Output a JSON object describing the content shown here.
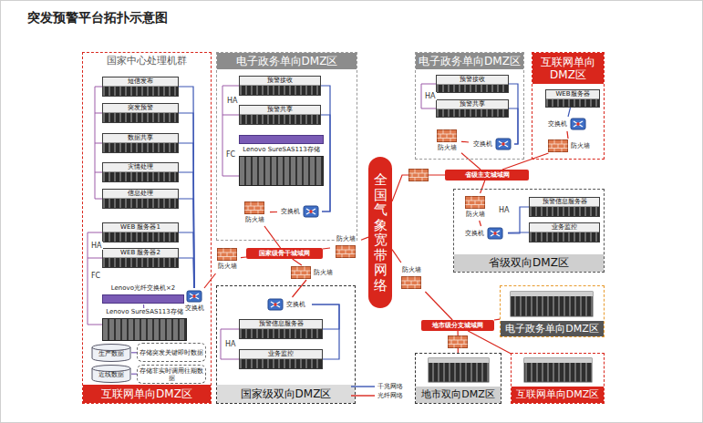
{
  "diagram": {
    "title": "突发预警平台拓扑示意图",
    "nodes": [
      {
        "text": [
          "国家中心处理机群",
          "互联网单向DMZ区"
        ]
      },
      {
        "text": [
          "短信发布"
        ],
        "in": 0
      },
      {
        "text": [
          "突发预警"
        ],
        "in": 0
      },
      {
        "text": [
          "数据共享"
        ],
        "in": 0
      },
      {
        "text": [
          "灾情处理"
        ],
        "in": 0
      },
      {
        "text": [
          "信息处理"
        ],
        "in": 0
      },
      {
        "text": [
          "WEB 服务器1"
        ],
        "in": 0
      },
      {
        "text": [
          "WEB 服务器2"
        ],
        "in": 0
      },
      {
        "text": [
          "Lenovo光纤交换机×2"
        ],
        "in": 0
      },
      {
        "text": [
          "Lenovo SureSAS113存储"
        ],
        "in": 0
      },
      {
        "text": [
          "交换机"
        ],
        "in": 0
      },
      {
        "text": [
          "生产数据"
        ],
        "in": 0
      },
      {
        "text": [
          "近线数据"
        ],
        "in": 0
      },
      {
        "text": [
          "存储突发关键即时数据"
        ],
        "in": 0
      },
      {
        "text": [
          "存储非实时调用往期数据"
        ],
        "in": 0
      },
      {
        "text": [
          "电子政务单向DMZ区"
        ]
      },
      {
        "text": [
          "预警接收"
        ],
        "in": 15
      },
      {
        "text": [
          "预警共享"
        ],
        "in": 15
      },
      {
        "text": [
          "Lenovo SureSAS113存储"
        ],
        "in": 15
      },
      {
        "text": [
          "交换机"
        ],
        "in": 15
      },
      {
        "text": [
          "防火墙"
        ],
        "in": 15
      },
      {
        "text": [
          "国家级骨干城域网"
        ]
      },
      {
        "text": [
          "防火墙"
        ]
      },
      {
        "text": [
          "防火墙"
        ]
      },
      {
        "text": [
          "防火墙"
        ]
      },
      {
        "text": [
          "国家级双向DMZ区"
        ]
      },
      {
        "text": [
          "交换机"
        ],
        "in": 25
      },
      {
        "text": [
          "预警信息服务器"
        ],
        "in": 25
      },
      {
        "text": [
          "业务监控"
        ],
        "in": 25
      },
      {
        "text": [
          "全国气象宽带网络"
        ]
      },
      {
        "text": [
          "防火墙"
        ]
      },
      {
        "text": [
          "电子政务单向DMZ区"
        ]
      },
      {
        "text": [
          "预警接收"
        ],
        "in": 31
      },
      {
        "text": [
          "预警共享"
        ],
        "in": 31
      },
      {
        "text": [
          "交换机"
        ],
        "in": 31
      },
      {
        "text": [
          "防火墙"
        ],
        "in": 31
      },
      {
        "text": [
          "互联网单向DMZ区"
        ]
      },
      {
        "text": [
          "WEB服务器"
        ],
        "in": 36
      },
      {
        "text": [
          "交换机"
        ],
        "in": 36
      },
      {
        "text": [
          "防火墙"
        ],
        "in": 36
      },
      {
        "text": [
          "省级主支城域网"
        ]
      },
      {
        "text": [
          "省级双向DMZ区"
        ]
      },
      {
        "text": [
          "防火墙"
        ],
        "in": 41
      },
      {
        "text": [
          "交换机"
        ],
        "in": 41
      },
      {
        "text": [
          "预警信息服务器"
        ],
        "in": 41
      },
      {
        "text": [
          "业务监控"
        ],
        "in": 41
      },
      {
        "text": [
          "地市级分支城域网"
        ]
      },
      {
        "text": [
          "电子政务单向DMZ区"
        ]
      },
      {
        "text": [
          "地市双向DMZ区"
        ]
      },
      {
        "text": [
          "互联网单向DMZ区"
        ]
      }
    ],
    "edges": [
      {
        "from": 1,
        "to": 10,
        "arrow": "none"
      },
      {
        "from": 2,
        "to": 10,
        "arrow": "none"
      },
      {
        "from": 3,
        "to": 10,
        "arrow": "none"
      },
      {
        "from": 4,
        "to": 10,
        "arrow": "none"
      },
      {
        "from": 5,
        "to": 10,
        "arrow": "none"
      },
      {
        "from": 6,
        "to": 10,
        "arrow": "none"
      },
      {
        "from": 7,
        "to": 10,
        "arrow": "none"
      },
      {
        "from": 8,
        "to": 9,
        "arrow": "none"
      },
      {
        "from": 11,
        "to": 13,
        "arrow": "none"
      },
      {
        "from": 12,
        "to": 14,
        "arrow": "none"
      },
      {
        "from": 10,
        "to": 22,
        "arrow": "none"
      },
      {
        "from": 22,
        "to": 21,
        "arrow": "none"
      },
      {
        "from": 16,
        "to": 19,
        "arrow": "none"
      },
      {
        "from": 17,
        "to": 19,
        "arrow": "none"
      },
      {
        "from": 19,
        "to": 20,
        "arrow": "none"
      },
      {
        "from": 20,
        "to": 21,
        "arrow": "none"
      },
      {
        "from": 21,
        "to": 23,
        "arrow": "none"
      },
      {
        "from": 23,
        "to": 29,
        "arrow": "none"
      },
      {
        "from": 21,
        "to": 24,
        "arrow": "none"
      },
      {
        "from": 24,
        "to": 26,
        "arrow": "none"
      },
      {
        "from": 27,
        "to": 26,
        "arrow": "none"
      },
      {
        "from": 28,
        "to": 26,
        "arrow": "none"
      },
      {
        "from": 29,
        "to": 30,
        "arrow": "none"
      },
      {
        "from": 30,
        "to": 46,
        "arrow": "none"
      },
      {
        "from": 46,
        "to": 47,
        "arrow": "none"
      },
      {
        "from": 46,
        "to": 48,
        "arrow": "none"
      },
      {
        "from": 46,
        "to": 49,
        "arrow": "none"
      },
      {
        "from": 29,
        "to": 40,
        "arrow": "none"
      },
      {
        "from": 40,
        "to": 35,
        "arrow": "none"
      },
      {
        "from": 35,
        "to": 34,
        "arrow": "none"
      },
      {
        "from": 32,
        "to": 34,
        "arrow": "none"
      },
      {
        "from": 33,
        "to": 34,
        "arrow": "none"
      },
      {
        "from": 40,
        "to": 39,
        "arrow": "none"
      },
      {
        "from": 39,
        "to": 38,
        "arrow": "none"
      },
      {
        "from": 37,
        "to": 38,
        "arrow": "none"
      },
      {
        "from": 40,
        "to": 42,
        "arrow": "none"
      },
      {
        "from": 42,
        "to": 43,
        "arrow": "none"
      },
      {
        "from": 44,
        "to": 43,
        "arrow": "none"
      },
      {
        "from": 45,
        "to": 43,
        "arrow": "none"
      }
    ],
    "labels": [
      "FC",
      "HA",
      "FC",
      "HA",
      "HA",
      "HA",
      "HA"
    ],
    "legend": [
      {
        "text": "千兆网络"
      },
      {
        "text": "光纤网络"
      }
    ]
  }
}
